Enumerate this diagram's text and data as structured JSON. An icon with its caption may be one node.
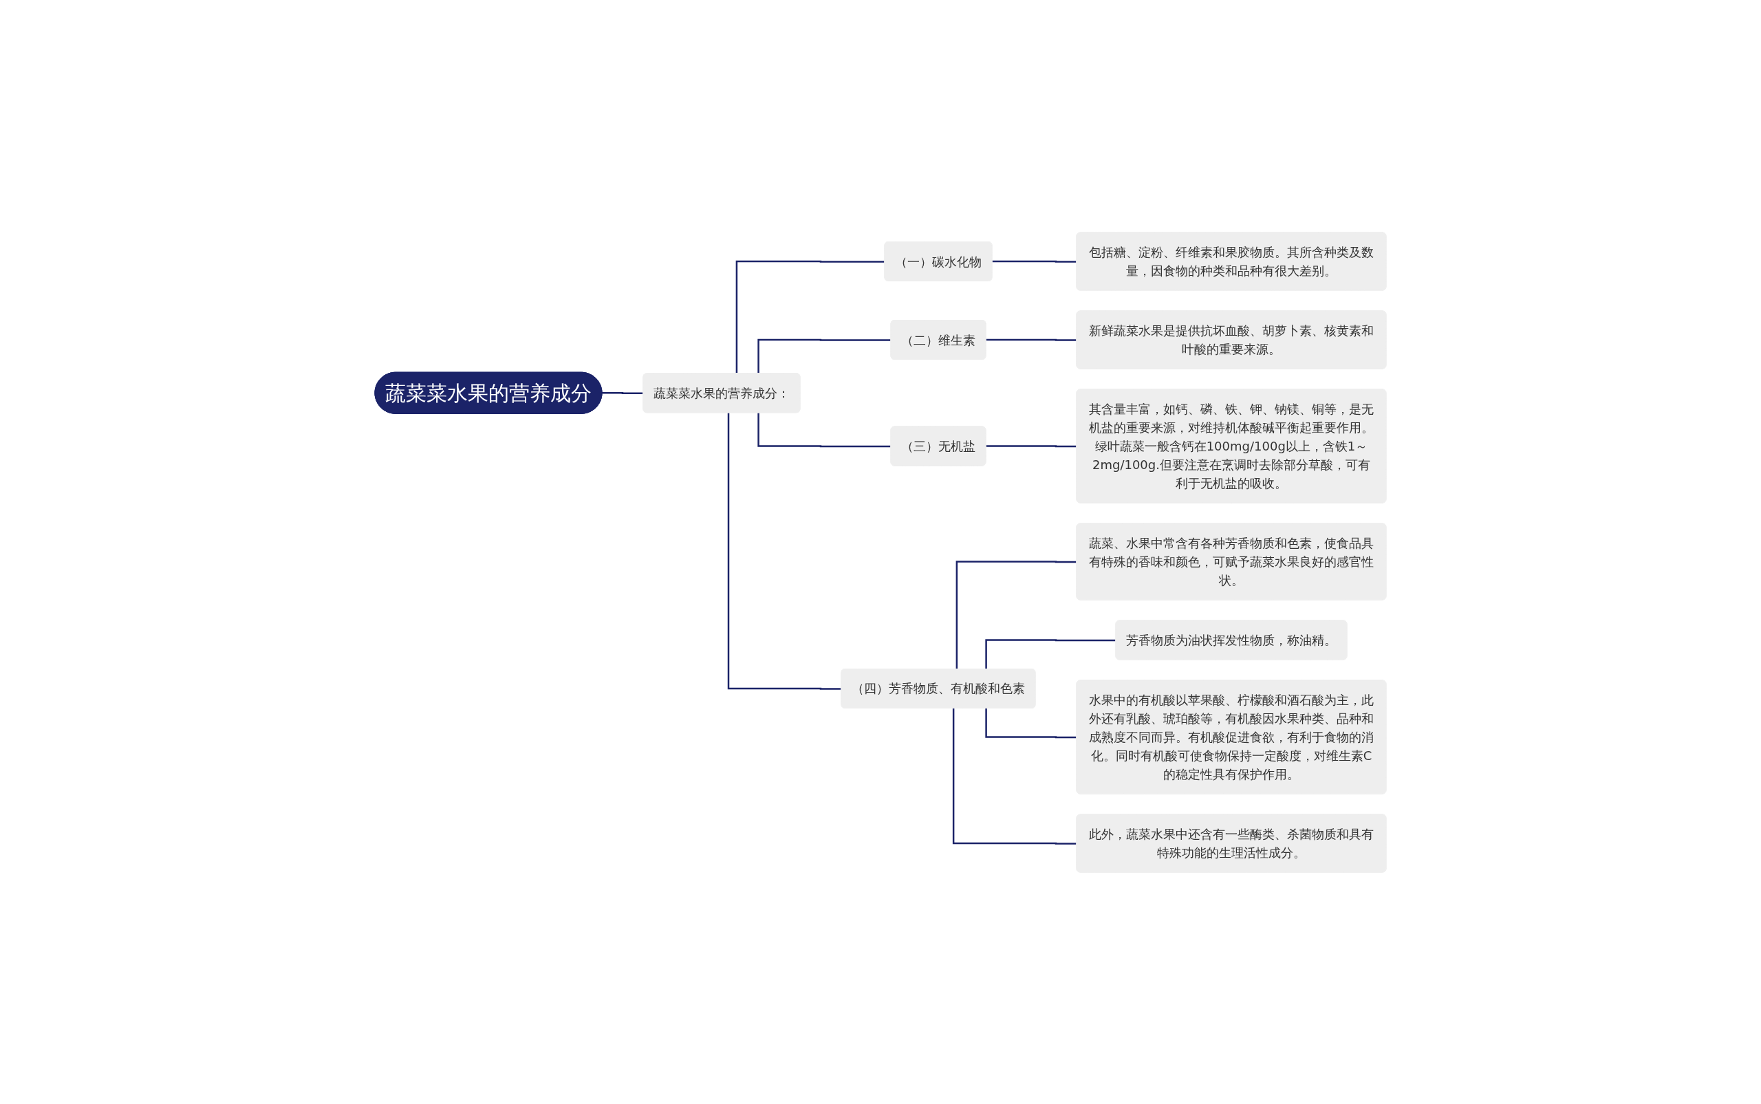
{
  "diagram": {
    "nodes": [
      {
        "text": [
          "蔬菜菜水果的营养成分"
        ]
      },
      {
        "text": [
          "蔬菜菜水果的营养成分："
        ]
      },
      {
        "text": [
          "（一）碳水化物"
        ]
      },
      {
        "text": [
          "包括糖、淀粉、纤维素和果胶物质。其所含种类及数量，因食物的种类和品种有很大差别。"
        ]
      },
      {
        "text": [
          "（二）维生素"
        ]
      },
      {
        "text": [
          "新鲜蔬菜水果是提供抗坏血酸、胡萝卜素、核黄素和叶酸的重要来源。"
        ]
      },
      {
        "text": [
          "（三）无机盐"
        ]
      },
      {
        "text": [
          "其含量丰富，如钙、磷、铁、钾、钠镁、铜等，是无机盐的重要来源，对维持机体酸碱平衡起重要作用。绿叶蔬菜一般含钙在100mg/100g以上，含铁1～2mg/100g.但要注意在烹调时去除部分草酸，可有利于无机盐的吸收。"
        ]
      },
      {
        "text": [
          "（四）芳香物质、有机酸和色素"
        ]
      },
      {
        "text": [
          "蔬菜、水果中常含有各种芳香物质和色素，使食品具有特殊的香味和颜色，可赋予蔬菜水果良好的感官性状。"
        ]
      },
      {
        "text": [
          "芳香物质为油状挥发性物质，称油精。"
        ]
      },
      {
        "text": [
          "水果中的有机酸以苹果酸、柠檬酸和酒石酸为主，此外还有乳酸、琥珀酸等，有机酸因水果种类、品种和成熟度不同而异。有机酸促进食欲，有利于食物的消化。同时有机酸可使食物保持一定酸度，对维生素C的稳定性具有保护作用。"
        ]
      },
      {
        "text": [
          "此外，蔬菜水果中还含有一些酶类、杀菌物质和具有特殊功能的生理活性成分。"
        ]
      }
    ],
    "edges": [
      {
        "from": 0,
        "to": 1,
        "arrow": "none"
      },
      {
        "from": 1,
        "to": 2,
        "arrow": "none"
      },
      {
        "from": 2,
        "to": 3,
        "arrow": "none"
      },
      {
        "from": 1,
        "to": 4,
        "arrow": "none"
      },
      {
        "from": 4,
        "to": 5,
        "arrow": "none"
      },
      {
        "from": 1,
        "to": 6,
        "arrow": "none"
      },
      {
        "from": 6,
        "to": 7,
        "arrow": "none"
      },
      {
        "from": 1,
        "to": 8,
        "arrow": "none"
      },
      {
        "from": 8,
        "to": 9,
        "arrow": "none"
      },
      {
        "from": 8,
        "to": 10,
        "arrow": "none"
      },
      {
        "from": 8,
        "to": 11,
        "arrow": "none"
      },
      {
        "from": 8,
        "to": 12,
        "arrow": "none"
      }
    ]
  }
}
